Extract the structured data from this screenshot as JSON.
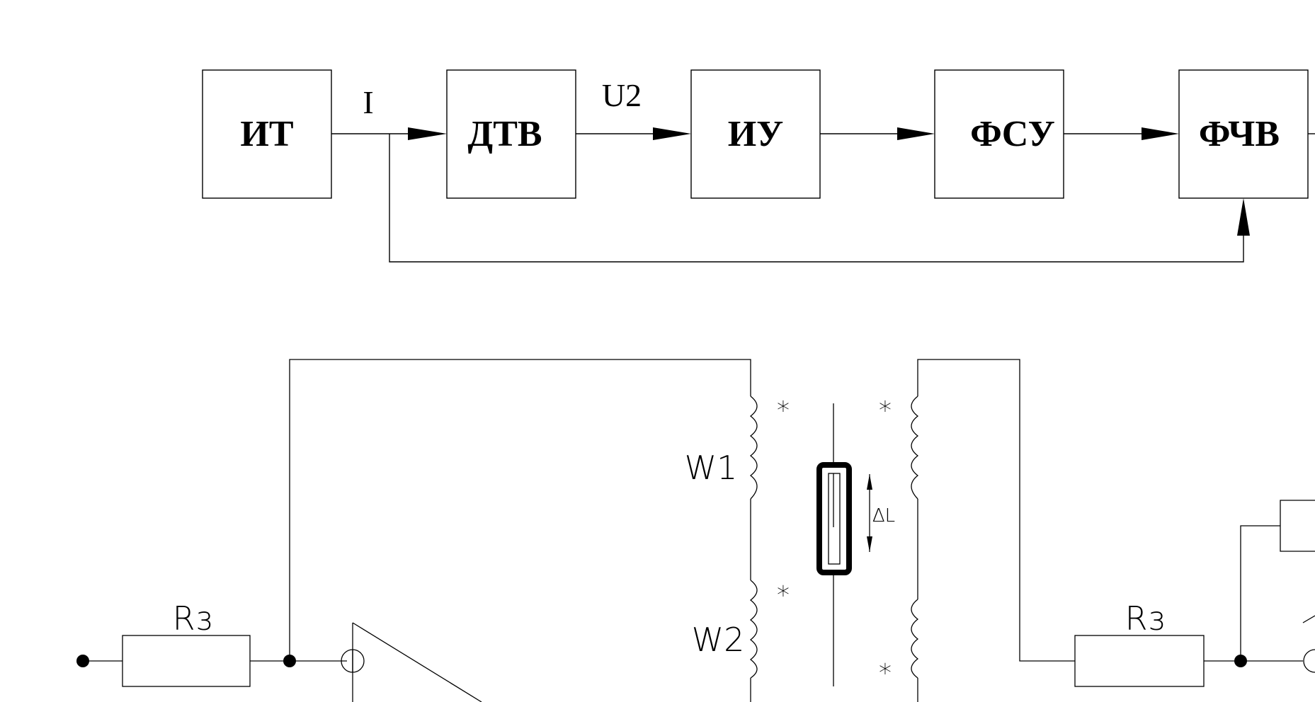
{
  "blocks": [
    {
      "label": "ИТ"
    },
    {
      "label": "ДТВ"
    },
    {
      "label": "ИУ"
    },
    {
      "label": "ФСУ"
    },
    {
      "label": "ФЧВ"
    }
  ],
  "signals": {
    "current": "I",
    "voltage": "U2"
  },
  "circuit": {
    "resistor_left": "Rз",
    "resistor_right": "Rз",
    "winding_1": "W1",
    "winding_2": "W2",
    "displacement": "ΔL",
    "polarity_mark": "*"
  }
}
